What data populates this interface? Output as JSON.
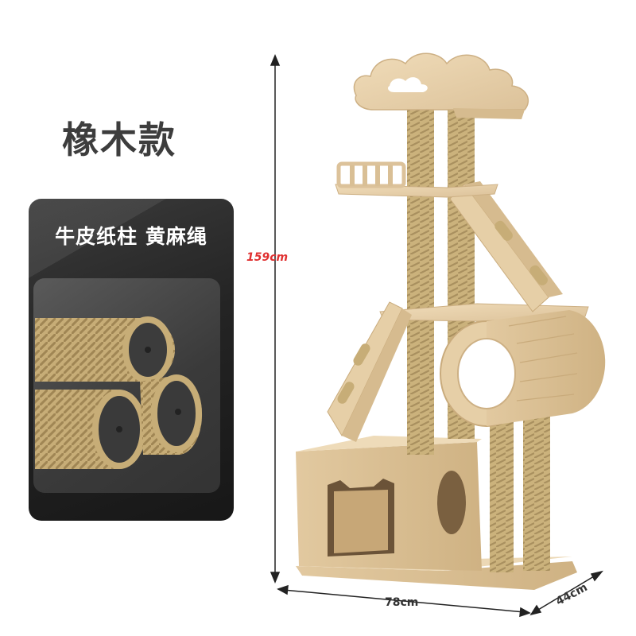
{
  "title": "橡木款",
  "material": {
    "label": "牛皮纸柱 黄麻绳"
  },
  "dimensions": {
    "height": "159cm",
    "width": "78cm",
    "depth": "44cm"
  },
  "colors": {
    "wood": "#e8d2ae",
    "wood_dark": "#cdb084",
    "rope": "#c9b07a",
    "rope_dark": "#a58d5a",
    "height_label": "#e03030",
    "panel_dark": "#1e1e1e"
  }
}
